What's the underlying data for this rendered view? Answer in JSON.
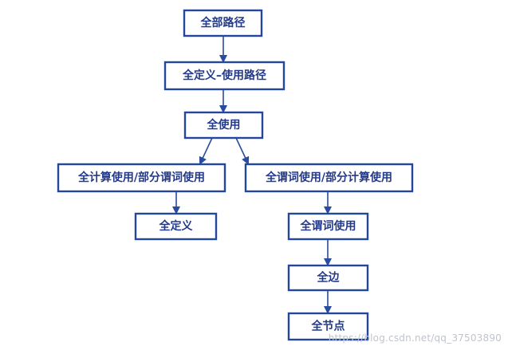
{
  "diagram": {
    "nodes": [
      {
        "id": "all-paths",
        "label": "全部路径"
      },
      {
        "id": "all-du-paths",
        "label": "全定义–使用路径"
      },
      {
        "id": "all-uses",
        "label": "全使用"
      },
      {
        "id": "all-c-uses-some-p-uses",
        "label": "全计算使用/部分谓词使用"
      },
      {
        "id": "all-p-uses-some-c-uses",
        "label": "全谓词使用/部分计算使用"
      },
      {
        "id": "all-defs",
        "label": "全定义"
      },
      {
        "id": "all-p-uses",
        "label": "全谓词使用"
      },
      {
        "id": "all-edges",
        "label": "全边"
      },
      {
        "id": "all-nodes",
        "label": "全节点"
      }
    ],
    "edges": [
      {
        "from": "all-paths",
        "to": "all-du-paths"
      },
      {
        "from": "all-du-paths",
        "to": "all-uses"
      },
      {
        "from": "all-uses",
        "to": "all-c-uses-some-p-uses"
      },
      {
        "from": "all-uses",
        "to": "all-p-uses-some-c-uses"
      },
      {
        "from": "all-c-uses-some-p-uses",
        "to": "all-defs"
      },
      {
        "from": "all-p-uses-some-c-uses",
        "to": "all-p-uses"
      },
      {
        "from": "all-p-uses",
        "to": "all-edges"
      },
      {
        "from": "all-edges",
        "to": "all-nodes"
      }
    ],
    "colors": {
      "node_border": "#23479c",
      "node_text": "#233a8a",
      "edge": "#2a4c9e"
    }
  },
  "watermark": "https://blog.csdn.net/qq_37503890"
}
